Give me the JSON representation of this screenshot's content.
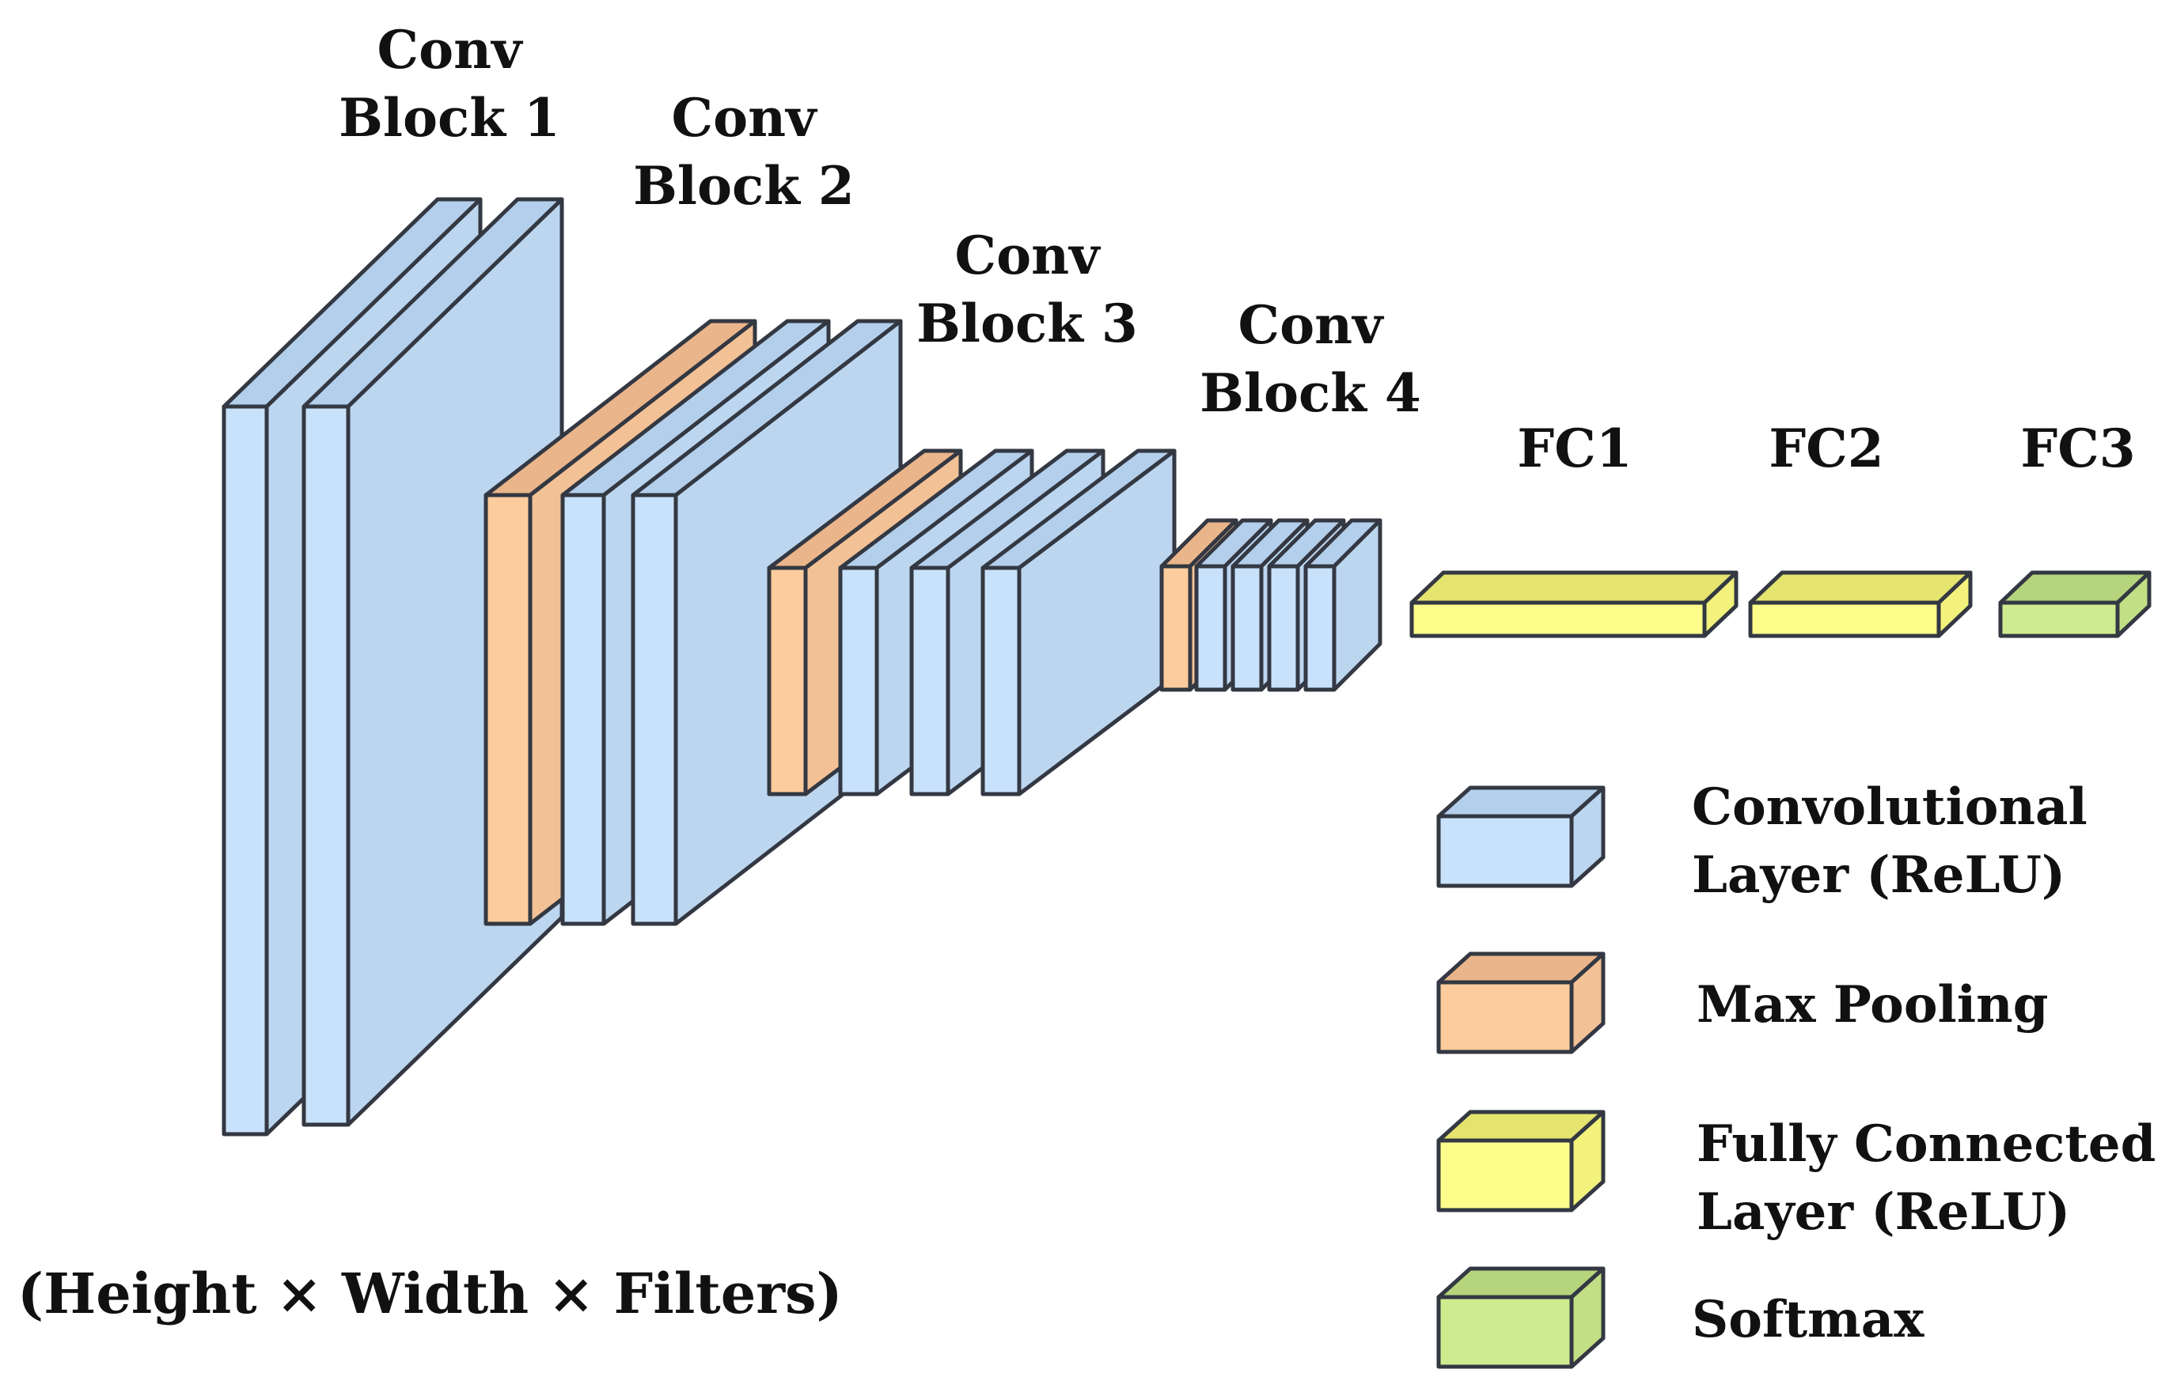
{
  "blocks": [
    {
      "line1": "Conv",
      "line2": "Block 1"
    },
    {
      "line1": "Conv",
      "line2": "Block 2"
    },
    {
      "line1": "Conv",
      "line2": "Block 3"
    },
    {
      "line1": "Conv",
      "line2": "Block 4"
    }
  ],
  "fc_labels": [
    "FC1",
    "FC2",
    "FC3"
  ],
  "legend": [
    {
      "line1": "Convolutional",
      "line2": "Layer (ReLU)",
      "color": "conv"
    },
    {
      "line1": "Max Pooling",
      "line2": "",
      "color": "pool"
    },
    {
      "line1": "Fully Connected",
      "line2": "Layer (ReLU)",
      "color": "fc"
    },
    {
      "line1": "Softmax",
      "line2": "",
      "color": "softmax"
    }
  ],
  "caption": "(Height × Width × Filters)",
  "colors": {
    "conv": {
      "front": "#c9e2fb",
      "top": "#b3cfec",
      "side": "#bcd6f0"
    },
    "pool": {
      "front": "#fdcc9d",
      "top": "#eab58a",
      "side": "#f2c196"
    },
    "fc": {
      "front": "#fdfd8c",
      "top": "#e4e46e",
      "side": "#f2f27c"
    },
    "softmax": {
      "front": "#cfeb90",
      "top": "#b6d47c",
      "side": "#c2df86"
    },
    "stroke": "#333842"
  }
}
